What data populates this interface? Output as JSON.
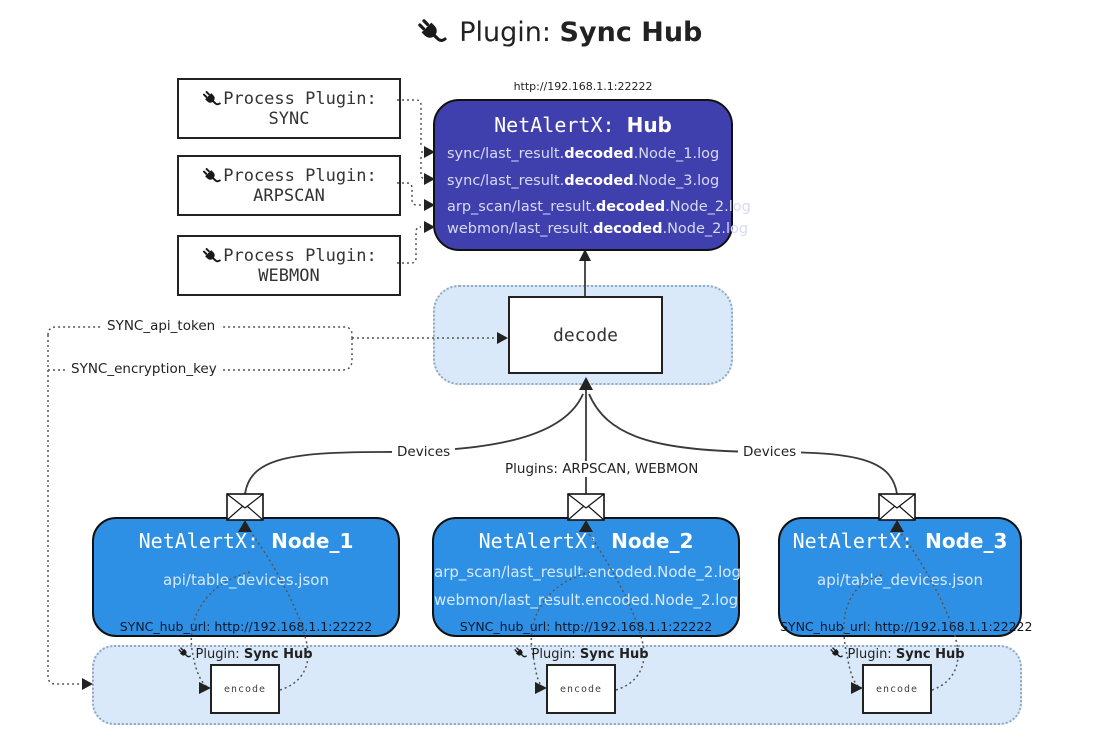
{
  "title": {
    "prefix": "Plugin:",
    "name": "Sync Hub"
  },
  "process_plugins": [
    {
      "label": "Process Plugin:",
      "name": "SYNC"
    },
    {
      "label": "Process Plugin:",
      "name": "ARPSCAN"
    },
    {
      "label": "Process Plugin:",
      "name": "WEBMON"
    }
  ],
  "hub": {
    "url": "http://192.168.1.1:22222",
    "title_prefix": "NetAlertX:",
    "title_name": "Hub",
    "logs": [
      {
        "pre": "sync/last_result.",
        "bold": "decoded",
        "post": ".Node_1.log"
      },
      {
        "pre": "sync/last_result.",
        "bold": "decoded",
        "post": ".Node_3.log"
      },
      {
        "pre": "arp_scan/last_result.",
        "bold": "decoded",
        "post": ".Node_2.log"
      },
      {
        "pre": "webmon/last_result.",
        "bold": "decoded",
        "post": ".Node_2.log"
      }
    ]
  },
  "decode": {
    "label": "decode"
  },
  "secrets": {
    "api_token": "SYNC_api_token",
    "encryption_key": "SYNC_encryption_key"
  },
  "edges": {
    "devices_left": "Devices",
    "plugins_center": "Plugins: ARPSCAN, WEBMON",
    "devices_right": "Devices"
  },
  "nodes": [
    {
      "title_prefix": "NetAlertX:",
      "title_name": "Node_1",
      "files": [
        "api/table_devices.json"
      ],
      "hub_url": "SYNC_hub_url: http://192.168.1.1:22222"
    },
    {
      "title_prefix": "NetAlertX:",
      "title_name": "Node_2",
      "files": [
        "arp_scan/last_result.encoded.Node_2.log",
        "webmon/last_result.encoded.Node_2.log"
      ],
      "hub_url": "SYNC_hub_url: http://192.168.1.1:22222"
    },
    {
      "title_prefix": "NetAlertX:",
      "title_name": "Node_3",
      "files": [
        "api/table_devices.json"
      ],
      "hub_url": "SYNC_hub_url: http://192.168.1.1:22222"
    }
  ],
  "encoders": [
    {
      "label_prefix": "Plugin:",
      "label_name": "Sync Hub",
      "box_label": "encode"
    },
    {
      "label_prefix": "Plugin:",
      "label_name": "Sync Hub",
      "box_label": "encode"
    },
    {
      "label_prefix": "Plugin:",
      "label_name": "Sync Hub",
      "box_label": "encode"
    }
  ],
  "colors": {
    "hub_bg": "#403fae",
    "node_bg": "#2e90e5",
    "panel_bg": "#d9e9f9",
    "panel_border": "#8fa9c4",
    "line": "#3a3a3a",
    "dotted": "#555555",
    "hub_text": "#d7daf3",
    "node_text": "#d6e9fb"
  }
}
